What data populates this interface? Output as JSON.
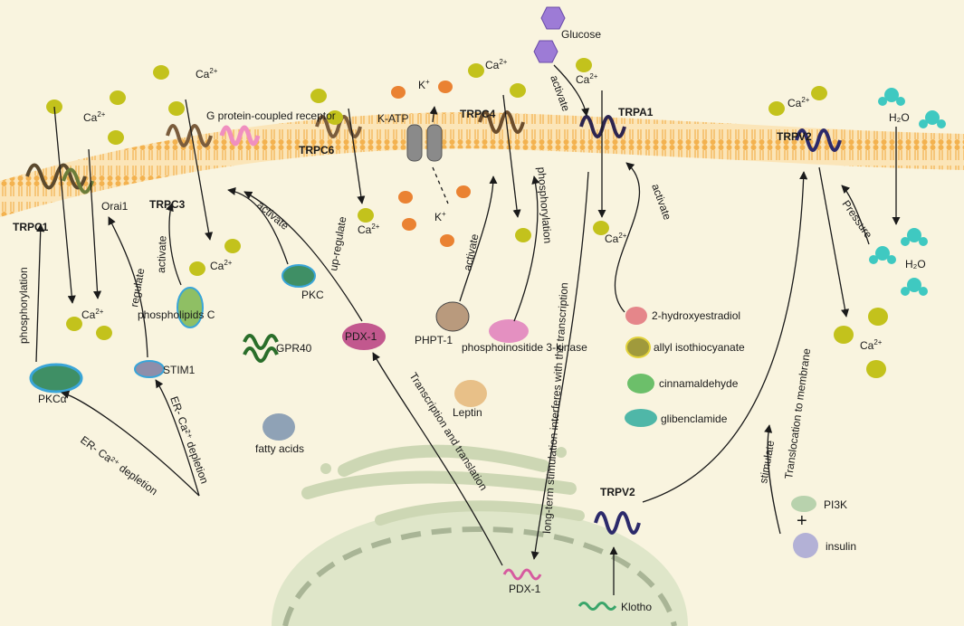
{
  "channels": {
    "trpc1": "TRPC1",
    "trpc3": "TRPC3",
    "trpc6": "TRPC6",
    "trpc4": "TRPC4",
    "trpa1": "TRPA1",
    "trpv2_membrane": "TRPV2",
    "trpv2_er": "TRPV2"
  },
  "ions": {
    "ca": "Ca",
    "ca_charge": "2+",
    "k": "K",
    "k_charge": "+",
    "water": "H₂O"
  },
  "molecules": {
    "orai1": "Orai1",
    "gpcr": "G protein-coupled receptor",
    "katp": "K-ATP",
    "glucose": "Glucose",
    "stim1": "STIM1",
    "pkc_alpha": "PKCα",
    "phospholipids_c": "phospholipids C",
    "pkc": "PKC",
    "gpr40": "GPR40",
    "fatty_acids": "fatty acids",
    "pdx1": "PDX-1",
    "pdx1_gene": "PDX-1",
    "phpt1": "PHPT-1",
    "pi3k_kinase": "phosphoinositide 3-kinase",
    "leptin": "Leptin",
    "hydroxyestradiol": "2-hydroxyestradiol",
    "allyl": "allyl isothiocyanate",
    "cinnamaldehyde": "cinnamaldehyde",
    "glibenclamide": "glibenclamide",
    "pi3k": "PI3K",
    "insulin": "insulin",
    "klotho": "Klotho",
    "plus": "+"
  },
  "arrow_labels": {
    "phosphorylation_left": "phosphorylation",
    "regulate": "regulate",
    "activate_trpc3": "activate",
    "activate_gpr40": "activate",
    "upregulate": "up-regulate",
    "activate_phpt1": "activate",
    "phosphorylation_mid": "phosphorylation",
    "activate_glucose": "activate",
    "activate_trpa1": "activate",
    "pressure": "Pressure",
    "er_ca_depletion_1": "ER-  Ca²⁺ depletion",
    "er_ca_depletion_2": "ER-  Ca²⁺ depletion",
    "transcription": "Transcription and translation",
    "long_term": "long-term stimulation interferes with the transcription",
    "translocation": "Translocation to membrane",
    "stimulate": "stimulate"
  },
  "colors": {
    "background": "#f9f4df",
    "membrane": "#f2a93c",
    "calcium": "#c3c21c",
    "potassium": "#ea8232",
    "glucose": "#9d7bd6",
    "water": "#3fc9c1",
    "er": "#dbe2c4"
  }
}
